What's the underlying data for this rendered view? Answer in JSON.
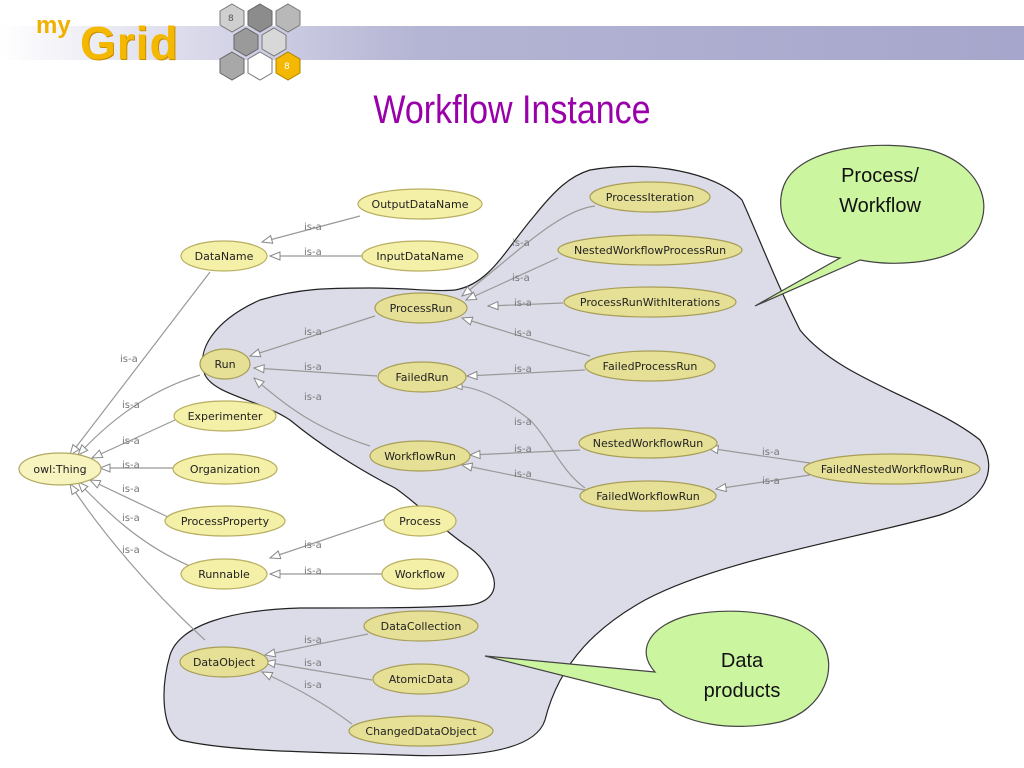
{
  "header": {
    "logo_my": "my",
    "logo_grid": "Grid"
  },
  "title": "Workflow Instance",
  "callouts": {
    "process": [
      "Process/",
      "Workflow"
    ],
    "data": [
      "Data",
      "products"
    ]
  },
  "edge_label": "is-a",
  "nodes": {
    "owl_thing": "owl:Thing",
    "dataname": "DataName",
    "outputdataname": "OutputDataName",
    "inputdataname": "InputDataName",
    "run": "Run",
    "processrun": "ProcessRun",
    "processiteration": "ProcessIteration",
    "nestedworkflowprocessrun": "NestedWorkflowProcessRun",
    "processrunwithiterations": "ProcessRunWithIterations",
    "failedprocessrun": "FailedProcessRun",
    "failedrun": "FailedRun",
    "workflowrun": "WorkflowRun",
    "nestedworkflowrun": "NestedWorkflowRun",
    "failedworkflowrun": "FailedWorkflowRun",
    "failednestedworkflowrun": "FailedNestedWorkflowRun",
    "experimenter": "Experimenter",
    "organization": "Organization",
    "processproperty": "ProcessProperty",
    "runnable": "Runnable",
    "process": "Process",
    "workflow": "Workflow",
    "dataobject": "DataObject",
    "datacollection": "DataCollection",
    "atomicdata": "AtomicData",
    "changeddataobject": "ChangedDataObject"
  },
  "colors": {
    "title": "#9900aa",
    "region_fill": "#dcdce8",
    "node_fill": "#e6e096",
    "node_fill_light": "#f4f0a8",
    "callout_fill": "#ccf5a0",
    "edge": "#999999"
  }
}
